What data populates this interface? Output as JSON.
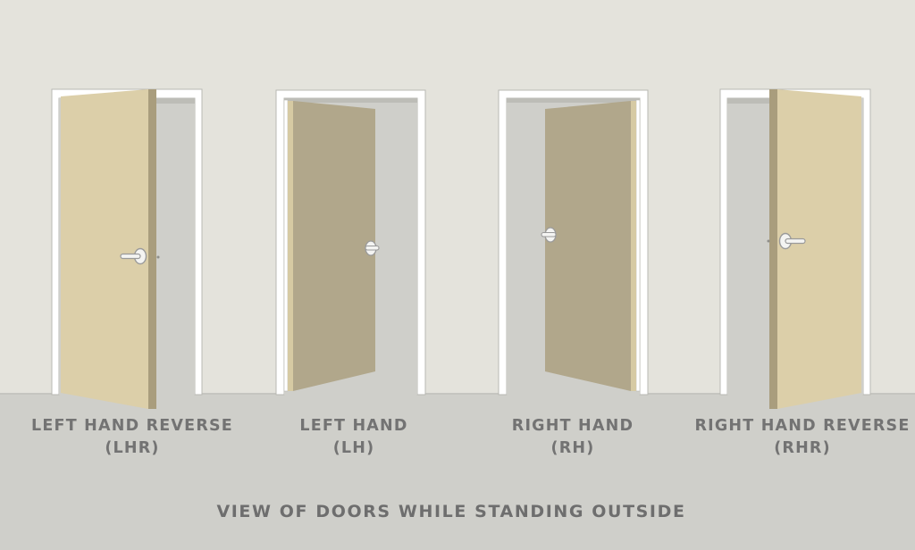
{
  "doors": [
    {
      "name": "Left Hand Reverse",
      "abbreviation": "(LHR)",
      "label": "LEFT HAND REVERSE",
      "label_abbr": "(LHR)"
    },
    {
      "name": "Left Hand",
      "abbreviation": "(LH)",
      "label": "LEFT HAND",
      "label_abbr": "(LH)"
    },
    {
      "name": "Right Hand",
      "abbreviation": "(RH)",
      "label": "RIGHT HAND",
      "label_abbr": "(RH)"
    },
    {
      "name": "Right Hand Reverse",
      "abbreviation": "(RHR)",
      "label": "RIGHT HAND REVERSE",
      "label_abbr": "(RHR)"
    }
  ],
  "caption": "VIEW OF DOORS WHILE STANDING OUTSIDE",
  "colors": {
    "wall": "#e4e3dc",
    "floor": "#cfcfca",
    "frame": "#ffffff",
    "opening": "#cfcfca",
    "door_outward": "#dccfa9",
    "door_inward": "#b1a78b",
    "label_text": "#737373"
  }
}
